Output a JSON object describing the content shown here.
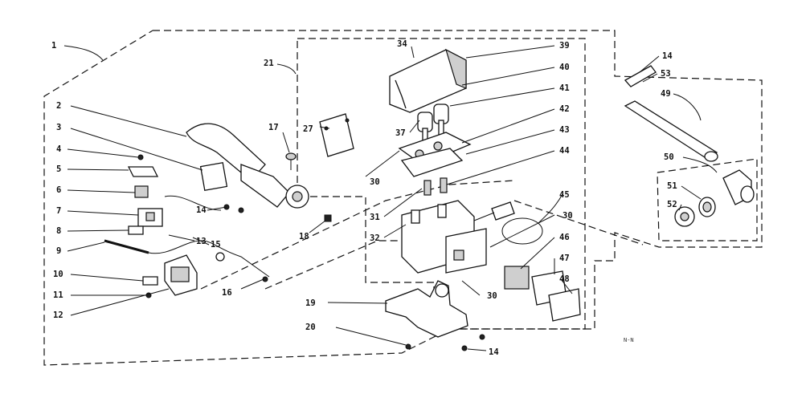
{
  "diagram": {
    "callouts": [
      {
        "id": "c1",
        "label": "1"
      },
      {
        "id": "c2",
        "label": "2"
      },
      {
        "id": "c3",
        "label": "3"
      },
      {
        "id": "c4",
        "label": "4"
      },
      {
        "id": "c5",
        "label": "5"
      },
      {
        "id": "c6",
        "label": "6"
      },
      {
        "id": "c7",
        "label": "7"
      },
      {
        "id": "c8",
        "label": "8"
      },
      {
        "id": "c9",
        "label": "9"
      },
      {
        "id": "c10",
        "label": "10"
      },
      {
        "id": "c11",
        "label": "11"
      },
      {
        "id": "c12",
        "label": "12"
      },
      {
        "id": "c13",
        "label": "13"
      },
      {
        "id": "c14a",
        "label": "14"
      },
      {
        "id": "c15",
        "label": "15"
      },
      {
        "id": "c16",
        "label": "16"
      },
      {
        "id": "c17",
        "label": "17"
      },
      {
        "id": "c18",
        "label": "18"
      },
      {
        "id": "c19",
        "label": "19"
      },
      {
        "id": "c20",
        "label": "20"
      },
      {
        "id": "c21",
        "label": "21"
      },
      {
        "id": "c27",
        "label": "27"
      },
      {
        "id": "c30a",
        "label": "30"
      },
      {
        "id": "c30b",
        "label": "30"
      },
      {
        "id": "c30c",
        "label": "30"
      },
      {
        "id": "c31",
        "label": "31"
      },
      {
        "id": "c32",
        "label": "32"
      },
      {
        "id": "c34",
        "label": "34"
      },
      {
        "id": "c37",
        "label": "37"
      },
      {
        "id": "c39",
        "label": "39"
      },
      {
        "id": "c40",
        "label": "40"
      },
      {
        "id": "c41",
        "label": "41"
      },
      {
        "id": "c42",
        "label": "42"
      },
      {
        "id": "c43",
        "label": "43"
      },
      {
        "id": "c44",
        "label": "44"
      },
      {
        "id": "c45",
        "label": "45"
      },
      {
        "id": "c46",
        "label": "46"
      },
      {
        "id": "c47",
        "label": "47"
      },
      {
        "id": "c48",
        "label": "48"
      },
      {
        "id": "c14b",
        "label": "14"
      },
      {
        "id": "c14c",
        "label": "14"
      },
      {
        "id": "c53",
        "label": "53"
      },
      {
        "id": "c49",
        "label": "49"
      },
      {
        "id": "c50",
        "label": "50"
      },
      {
        "id": "c51",
        "label": "51"
      },
      {
        "id": "c52",
        "label": "52"
      }
    ],
    "corner_code": "N-N"
  }
}
